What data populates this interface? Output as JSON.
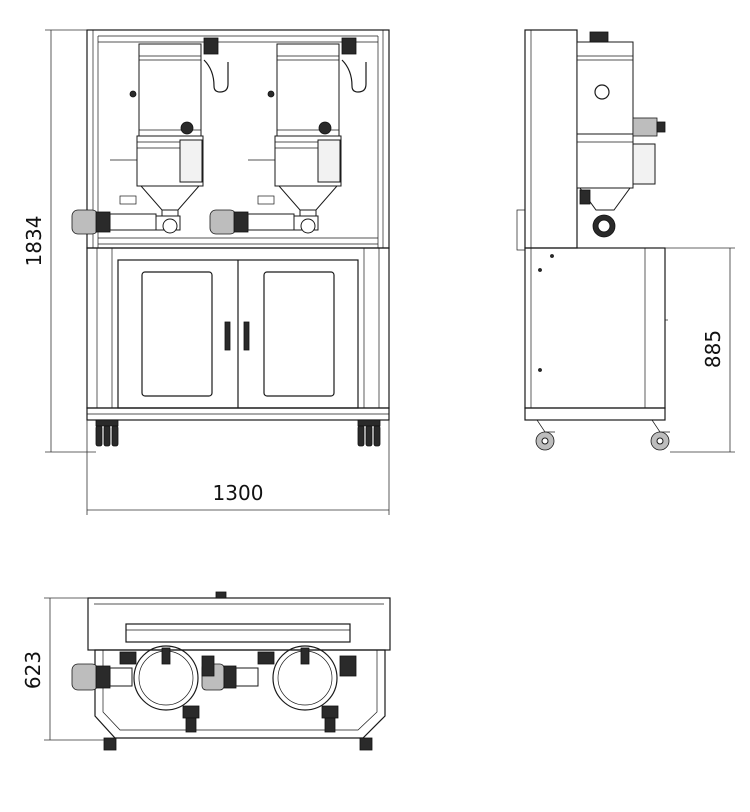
{
  "dimensions": {
    "height": "1834",
    "width": "1300",
    "lower_height": "885",
    "depth": "623"
  },
  "views": [
    "front-view",
    "side-view",
    "top-view"
  ]
}
